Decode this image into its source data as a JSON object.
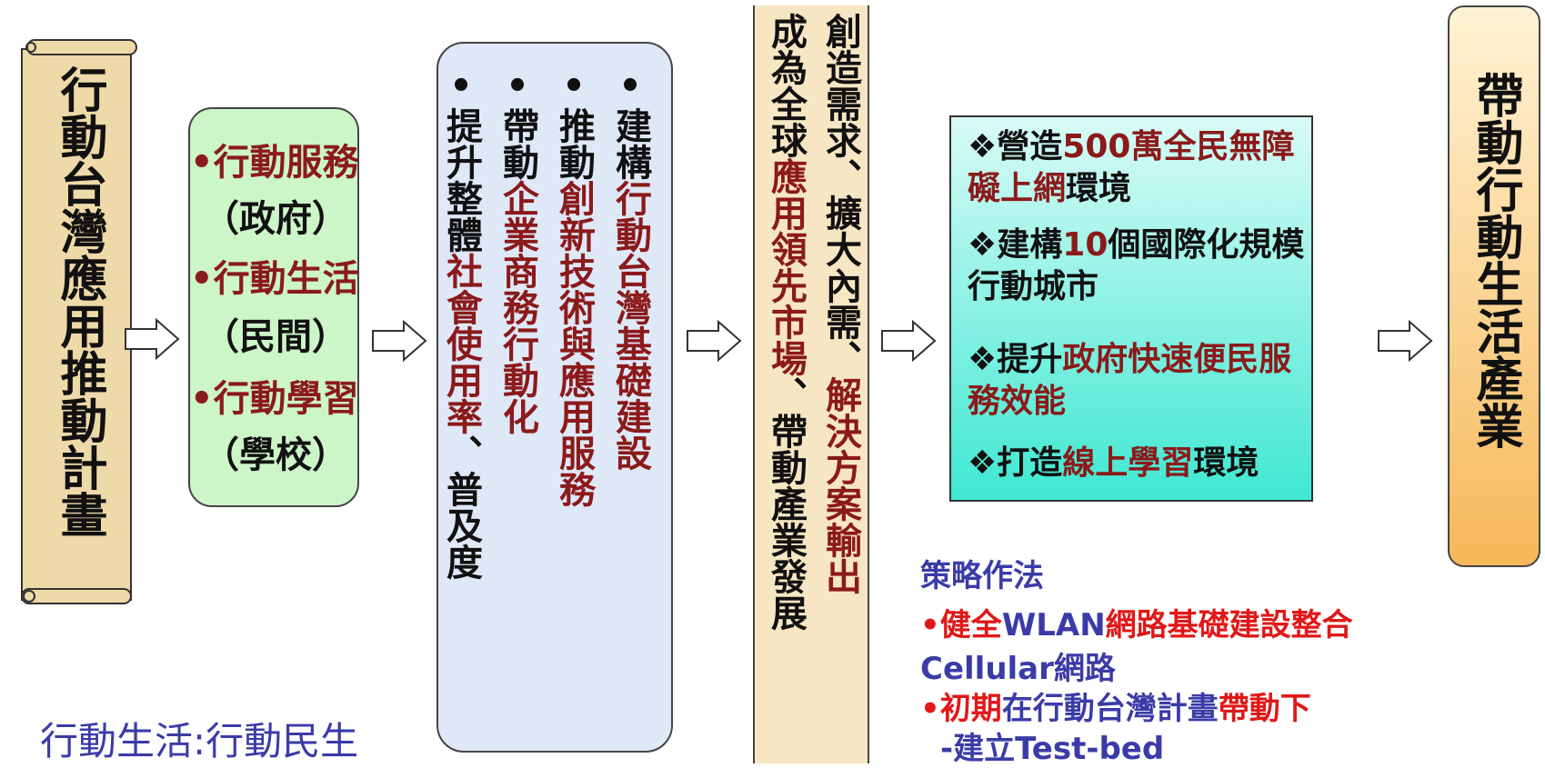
{
  "scroll": {
    "title": "行動台灣應用推動計畫"
  },
  "services": {
    "items": [
      {
        "label": "行動服務",
        "sub": "（政府）"
      },
      {
        "label": "行動生活",
        "sub": "（民間）"
      },
      {
        "label": "行動學習",
        "sub": "（學校）"
      }
    ]
  },
  "goals": {
    "columns": [
      {
        "bullet": "•",
        "prefix": "建構",
        "highlight": "行動台灣基礎建設",
        "suffix": ""
      },
      {
        "bullet": "•",
        "prefix": "推動",
        "highlight": "創新技術與應用服務",
        "suffix": ""
      },
      {
        "bullet": "•",
        "prefix": "帶動",
        "highlight": "企業商務行動化",
        "suffix": ""
      },
      {
        "bullet": "•",
        "prefix": "提升整體",
        "highlight": "社會使用率",
        "suffix": "、普及度"
      }
    ]
  },
  "demand": {
    "col1_a": "創造需求、擴大內需、",
    "col1_b": "解決方案輸出",
    "col2_a": "成為全球",
    "col2_b": "應用領先市場",
    "col2_c": "、帶動產業發展"
  },
  "targets": {
    "items": [
      {
        "mark": "❖",
        "parts": [
          {
            "t": "營造",
            "hl": false
          },
          {
            "t": "500萬全民無障礙上網",
            "hl": true
          },
          {
            "t": "環境",
            "hl": false
          }
        ]
      },
      {
        "mark": "❖",
        "parts": [
          {
            "t": "建構",
            "hl": false
          },
          {
            "t": "10",
            "hl": true
          },
          {
            "t": "個國際化規模行動城市",
            "hl": false
          }
        ]
      },
      {
        "mark": "❖",
        "parts": [
          {
            "t": "提升",
            "hl": false
          },
          {
            "t": "政府快速便民服務效能",
            "hl": true
          },
          {
            "t": "",
            "hl": false
          }
        ]
      },
      {
        "mark": "❖",
        "parts": [
          {
            "t": "打造",
            "hl": false
          },
          {
            "t": "線上學習",
            "hl": true
          },
          {
            "t": "環境",
            "hl": false
          }
        ]
      }
    ]
  },
  "outcome": {
    "title": "帶動行動生活產業"
  },
  "strategy": {
    "heading": "策略作法",
    "line1_red1": "•健全",
    "line1_blue": "WLAN",
    "line1_red2": "網路基礎建設整合",
    "line2": "Cellular網路",
    "line3_red1": "•初期",
    "line3_blue": "在行動台灣計畫",
    "line3_red2": "帶動下",
    "line4": "-建立Test-bed"
  },
  "footer": {
    "text": "行動生活:行動民生"
  },
  "colors": {
    "highlight": "#8b1a1a",
    "strategy_red": "#e01818",
    "strategy_blue": "#3b3ba8",
    "green_box": "#ccf5c8",
    "blue_box": "#dfe8f7",
    "tan": "#f7e6c3",
    "teal": "#3fe8d2",
    "orange": "#f6b85a"
  },
  "icons": {
    "arrow": "hollow-right-arrow-icon",
    "bullet": "diamond-bullet-icon",
    "scroll": "scroll-icon"
  }
}
